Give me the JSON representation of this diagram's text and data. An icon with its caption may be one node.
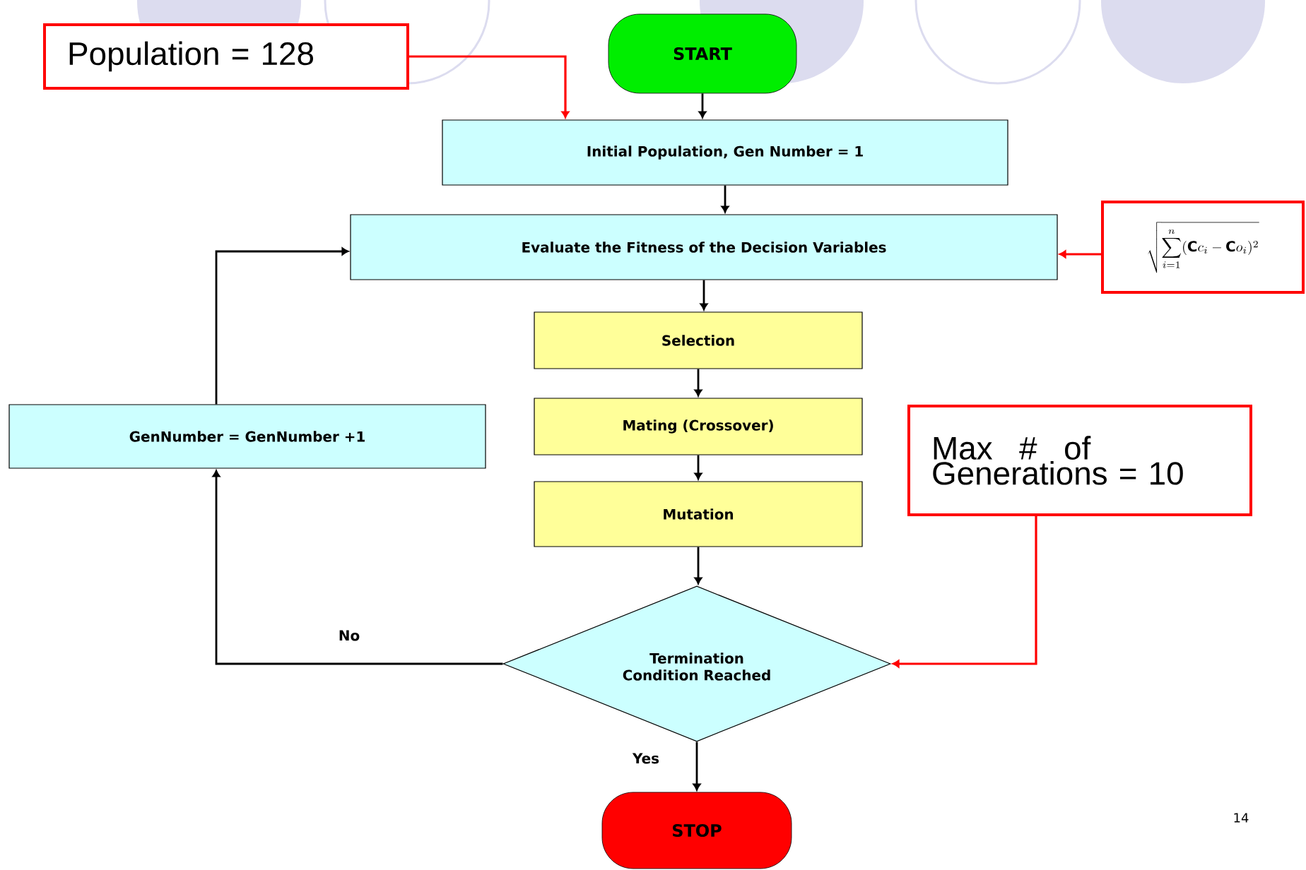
{
  "diagram": {
    "nodes": [
      {
        "text": [
          "START"
        ]
      },
      {
        "text": [
          "Initial Population, Gen Number = 1"
        ]
      },
      {
        "text": [
          "Evaluate the Fitness of the Decision Variables"
        ]
      },
      {
        "text": [
          "Selection"
        ]
      },
      {
        "text": [
          "Mating (Crossover)"
        ]
      },
      {
        "text": [
          "Mutation"
        ]
      },
      {
        "text": [
          "Termination Condition Reached"
        ]
      },
      {
        "text": [
          "STOP"
        ]
      },
      {
        "text": [
          "GenNumber = GenNumber +1"
        ]
      },
      {
        "text": [
          "Population = 128"
        ]
      },
      {
        "text": [
          "\\sqrt{\\sum_{i=1}^{n}(\\mathbf{C}c_i-\\mathbf{C}o_i)^2}"
        ]
      },
      {
        "text": [
          "Max # of Generations = 10"
        ]
      }
    ],
    "edges": [
      {
        "from": 0,
        "to": 1,
        "arrow": "to"
      },
      {
        "from": 1,
        "to": 2,
        "arrow": "to"
      },
      {
        "from": 2,
        "to": 3,
        "arrow": "to"
      },
      {
        "from": 3,
        "to": 4,
        "arrow": "to"
      },
      {
        "from": 4,
        "to": 5,
        "arrow": "to"
      },
      {
        "from": 5,
        "to": 6,
        "arrow": "to"
      },
      {
        "from": 6,
        "to": 7,
        "arrow": "to",
        "label": "Yes"
      },
      {
        "from": 6,
        "to": 8,
        "arrow": "to",
        "label": "No"
      },
      {
        "from": 8,
        "to": 2,
        "arrow": "to"
      },
      {
        "from": 9,
        "to": 1,
        "arrow": "to",
        "color": "#ff0000"
      },
      {
        "from": 10,
        "to": 2,
        "arrow": "to",
        "color": "#ff0000"
      },
      {
        "from": 11,
        "to": 6,
        "arrow": "to",
        "color": "#ff0000"
      }
    ],
    "labels": [
      "14"
    ]
  }
}
